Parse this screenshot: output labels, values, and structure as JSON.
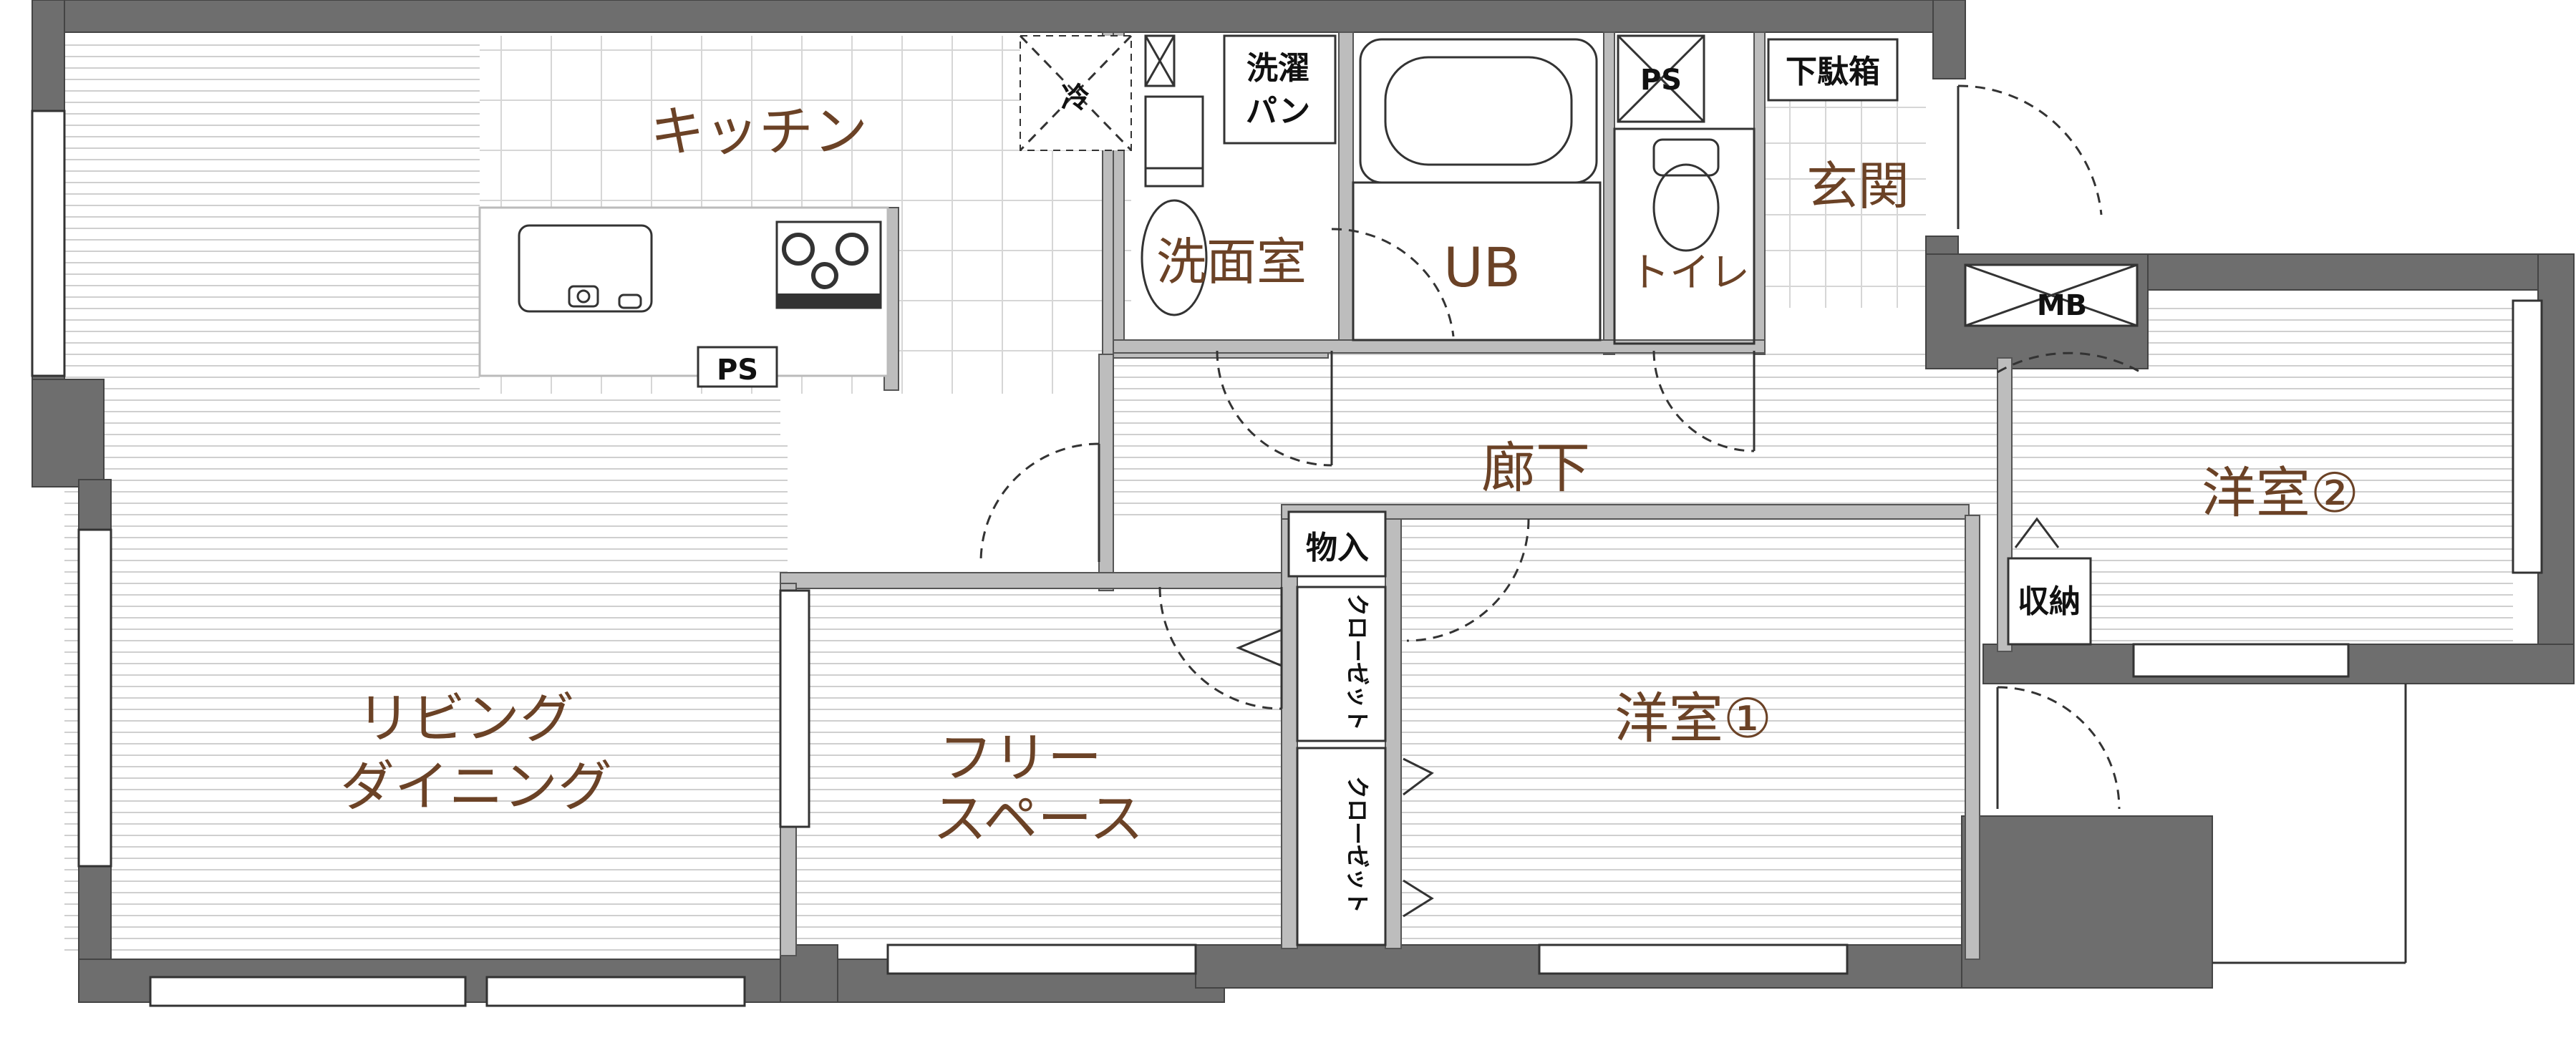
{
  "rooms": {
    "kitchen": "キッチン",
    "fridge": "冷",
    "washer_pan_line1": "洗濯",
    "washer_pan_line2": "パン",
    "bath": "UB",
    "ps_top": "PS",
    "shoebox": "下駄箱",
    "entrance": "玄関",
    "washroom": "洗面室",
    "toilet": "トイレ",
    "ps_kitchen": "PS",
    "mb": "MB",
    "hallway": "廊下",
    "storage": "物入",
    "western2": "洋室②",
    "closet_storage": "収納",
    "western1": "洋室①",
    "closet_upper": "クローゼット",
    "closet_lower": "クローゼット",
    "living_line1": "リビング",
    "living_line2": "ダイニング",
    "free_line1": "フリー",
    "free_line2": "スペース"
  },
  "colors": {
    "wall": "#6e6e6e",
    "label": "#6b4226",
    "line": "#333333"
  }
}
